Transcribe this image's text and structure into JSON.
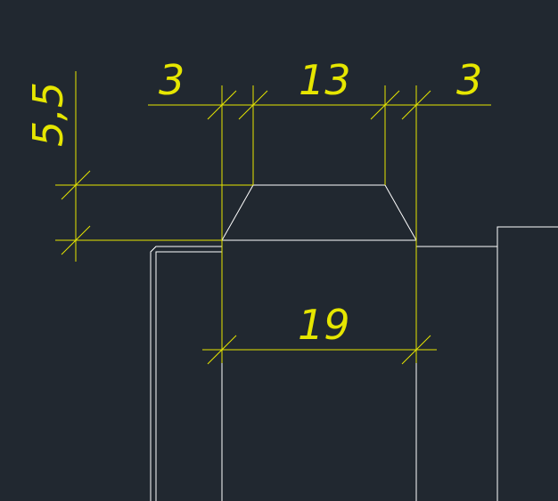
{
  "colors": {
    "background": "#212830",
    "geometry": "#ffffff",
    "dimensions": "#e6e600"
  },
  "dimensions": {
    "left_gap": "3",
    "top_width": "13",
    "right_gap": "3",
    "height": "5,5",
    "bottom_width": "19"
  }
}
